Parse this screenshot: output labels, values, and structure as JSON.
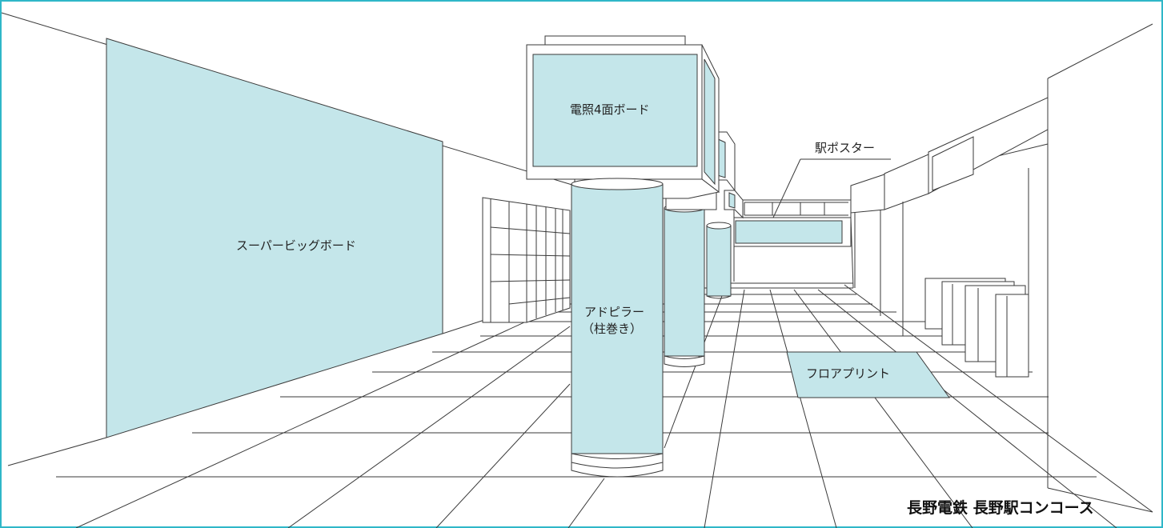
{
  "labels": {
    "super_big_board": "スーパービッグボード",
    "illuminated_4face_board": "電照4面ボード",
    "station_poster": "駅ポスター",
    "ad_pillar_line1": "アドピラー",
    "ad_pillar_line2": "（柱巻き）",
    "floor_print": "フロアプリント",
    "location_caption": "長野電鉄 長野駅コンコース"
  },
  "colors": {
    "frame": "#2fb7c8",
    "ad_fill": "#c4e6ea",
    "line": "#3a3a3a"
  }
}
